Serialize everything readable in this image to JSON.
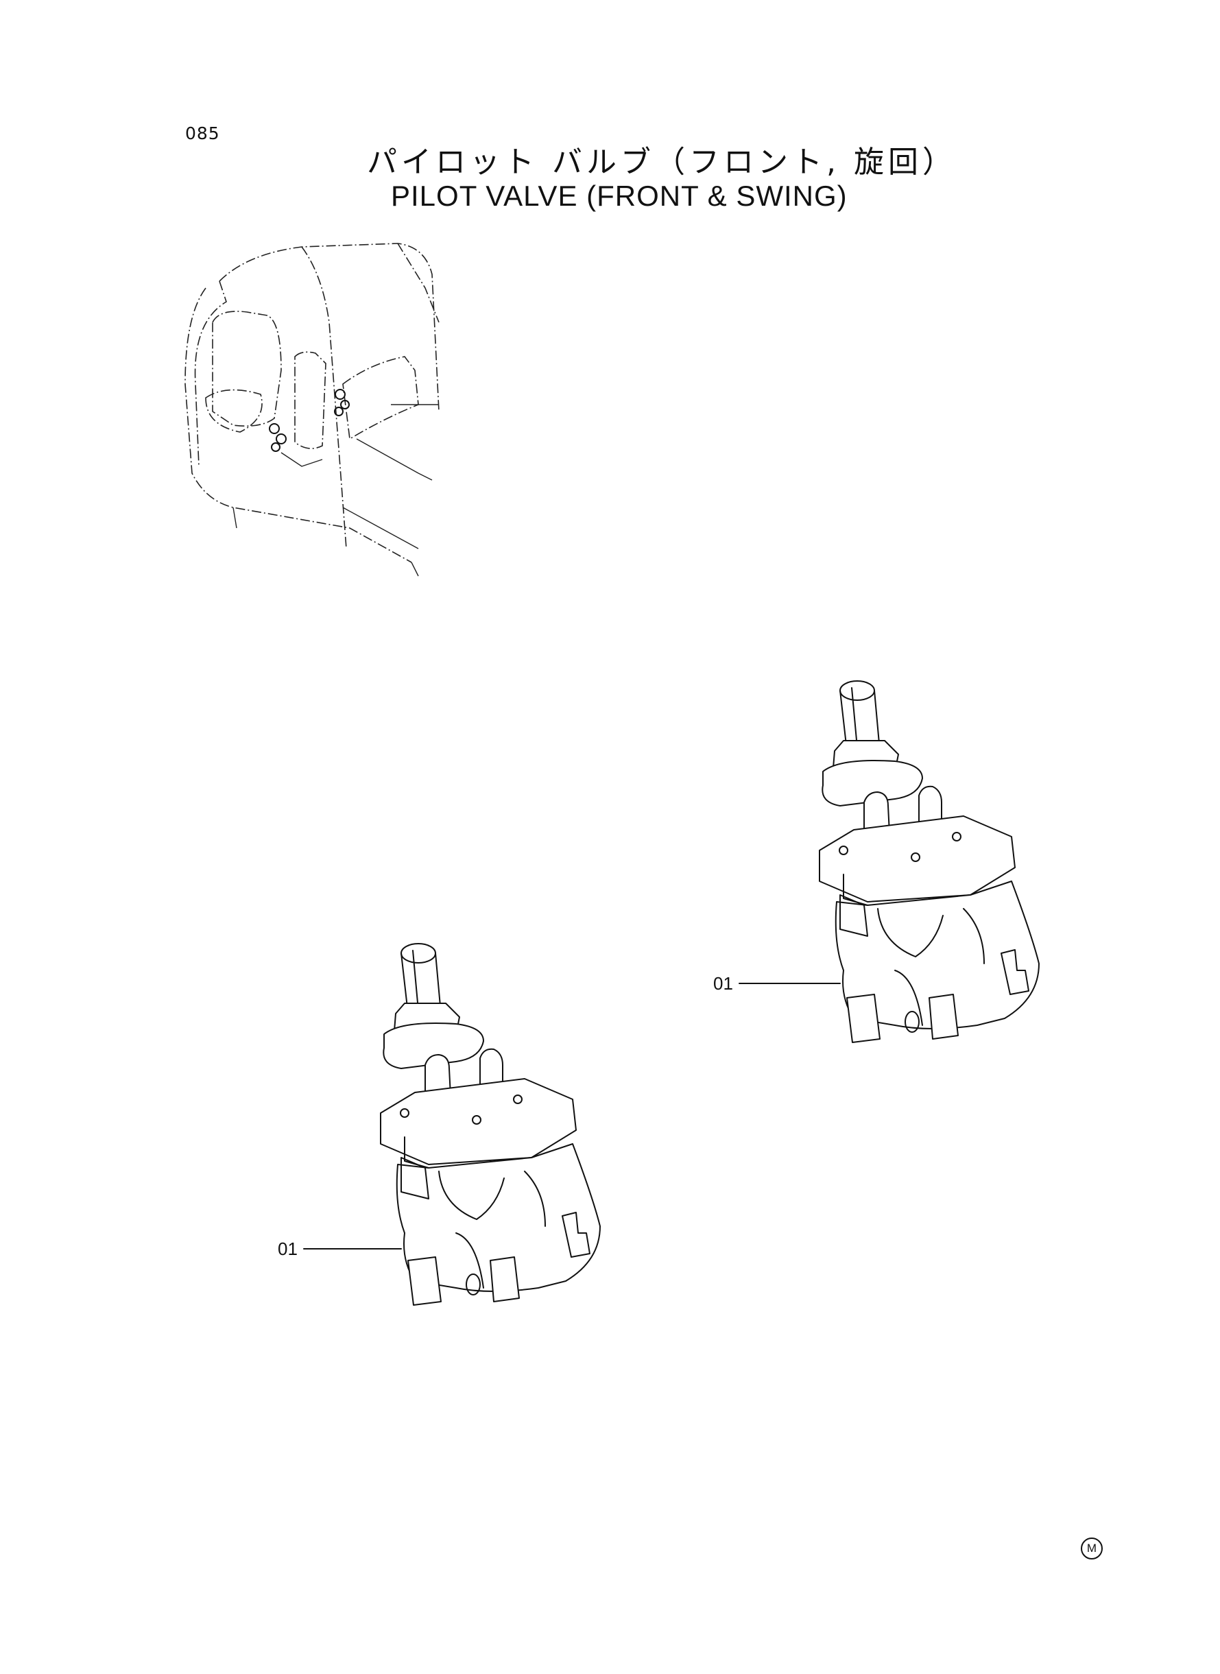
{
  "page": {
    "number": "085",
    "title_jp": "パイロット バルブ（フロント, 旋回）",
    "title_en": "PILOT  VALVE  (FRONT & SWING)"
  },
  "callouts": [
    {
      "label": "01"
    },
    {
      "label": "01"
    }
  ],
  "footer_mark": "M",
  "icons": {
    "cab": "excavator-cab-outline",
    "valve": "pilot-valve-drawing"
  }
}
